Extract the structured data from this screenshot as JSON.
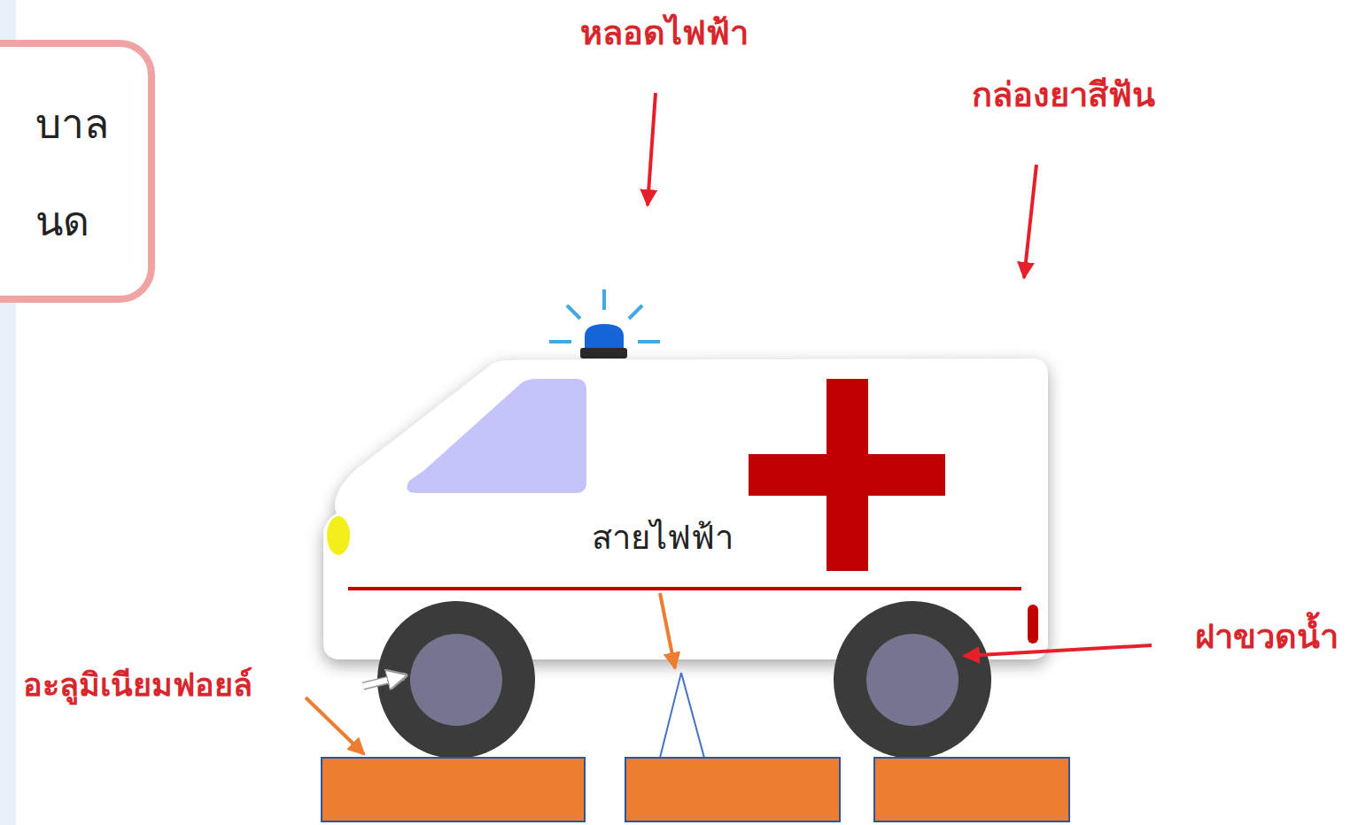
{
  "diagram": {
    "nodes": [
      {
        "text": [
          "บาล",
          "นด"
        ]
      }
    ],
    "labels": [
      "หลอดไฟฟ้า",
      "กล่องยาสีฟัน",
      "สายไฟฟ้า",
      "ฝาขวดน้ำ",
      "อะลูมิเนียมฟอยล์"
    ]
  }
}
